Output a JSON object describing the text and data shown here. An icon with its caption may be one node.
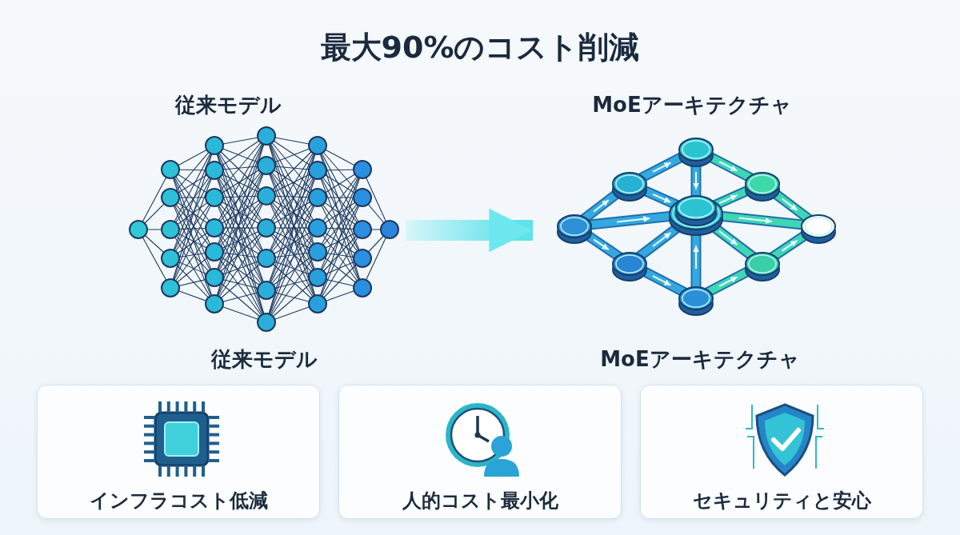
{
  "diagram": {
    "title": "最大90%のコスト削減",
    "nodes": [
      {
        "text": [],
        "shape": "picture",
        "beside": [
          "従来モデル"
        ]
      },
      {
        "text": [],
        "shape": "picture",
        "beside": [
          "MoEアーキテクチャ"
        ]
      },
      {
        "text": [
          "インフラコスト低減"
        ]
      },
      {
        "text": [
          "人的コスト最小化"
        ]
      },
      {
        "text": [
          "セキュリティと安心"
        ]
      }
    ],
    "edges": [
      {
        "from": 0,
        "to": 1,
        "arrow": "to"
      }
    ],
    "labels": [
      "従来モデル",
      "MoEアーキテクチャ"
    ]
  }
}
